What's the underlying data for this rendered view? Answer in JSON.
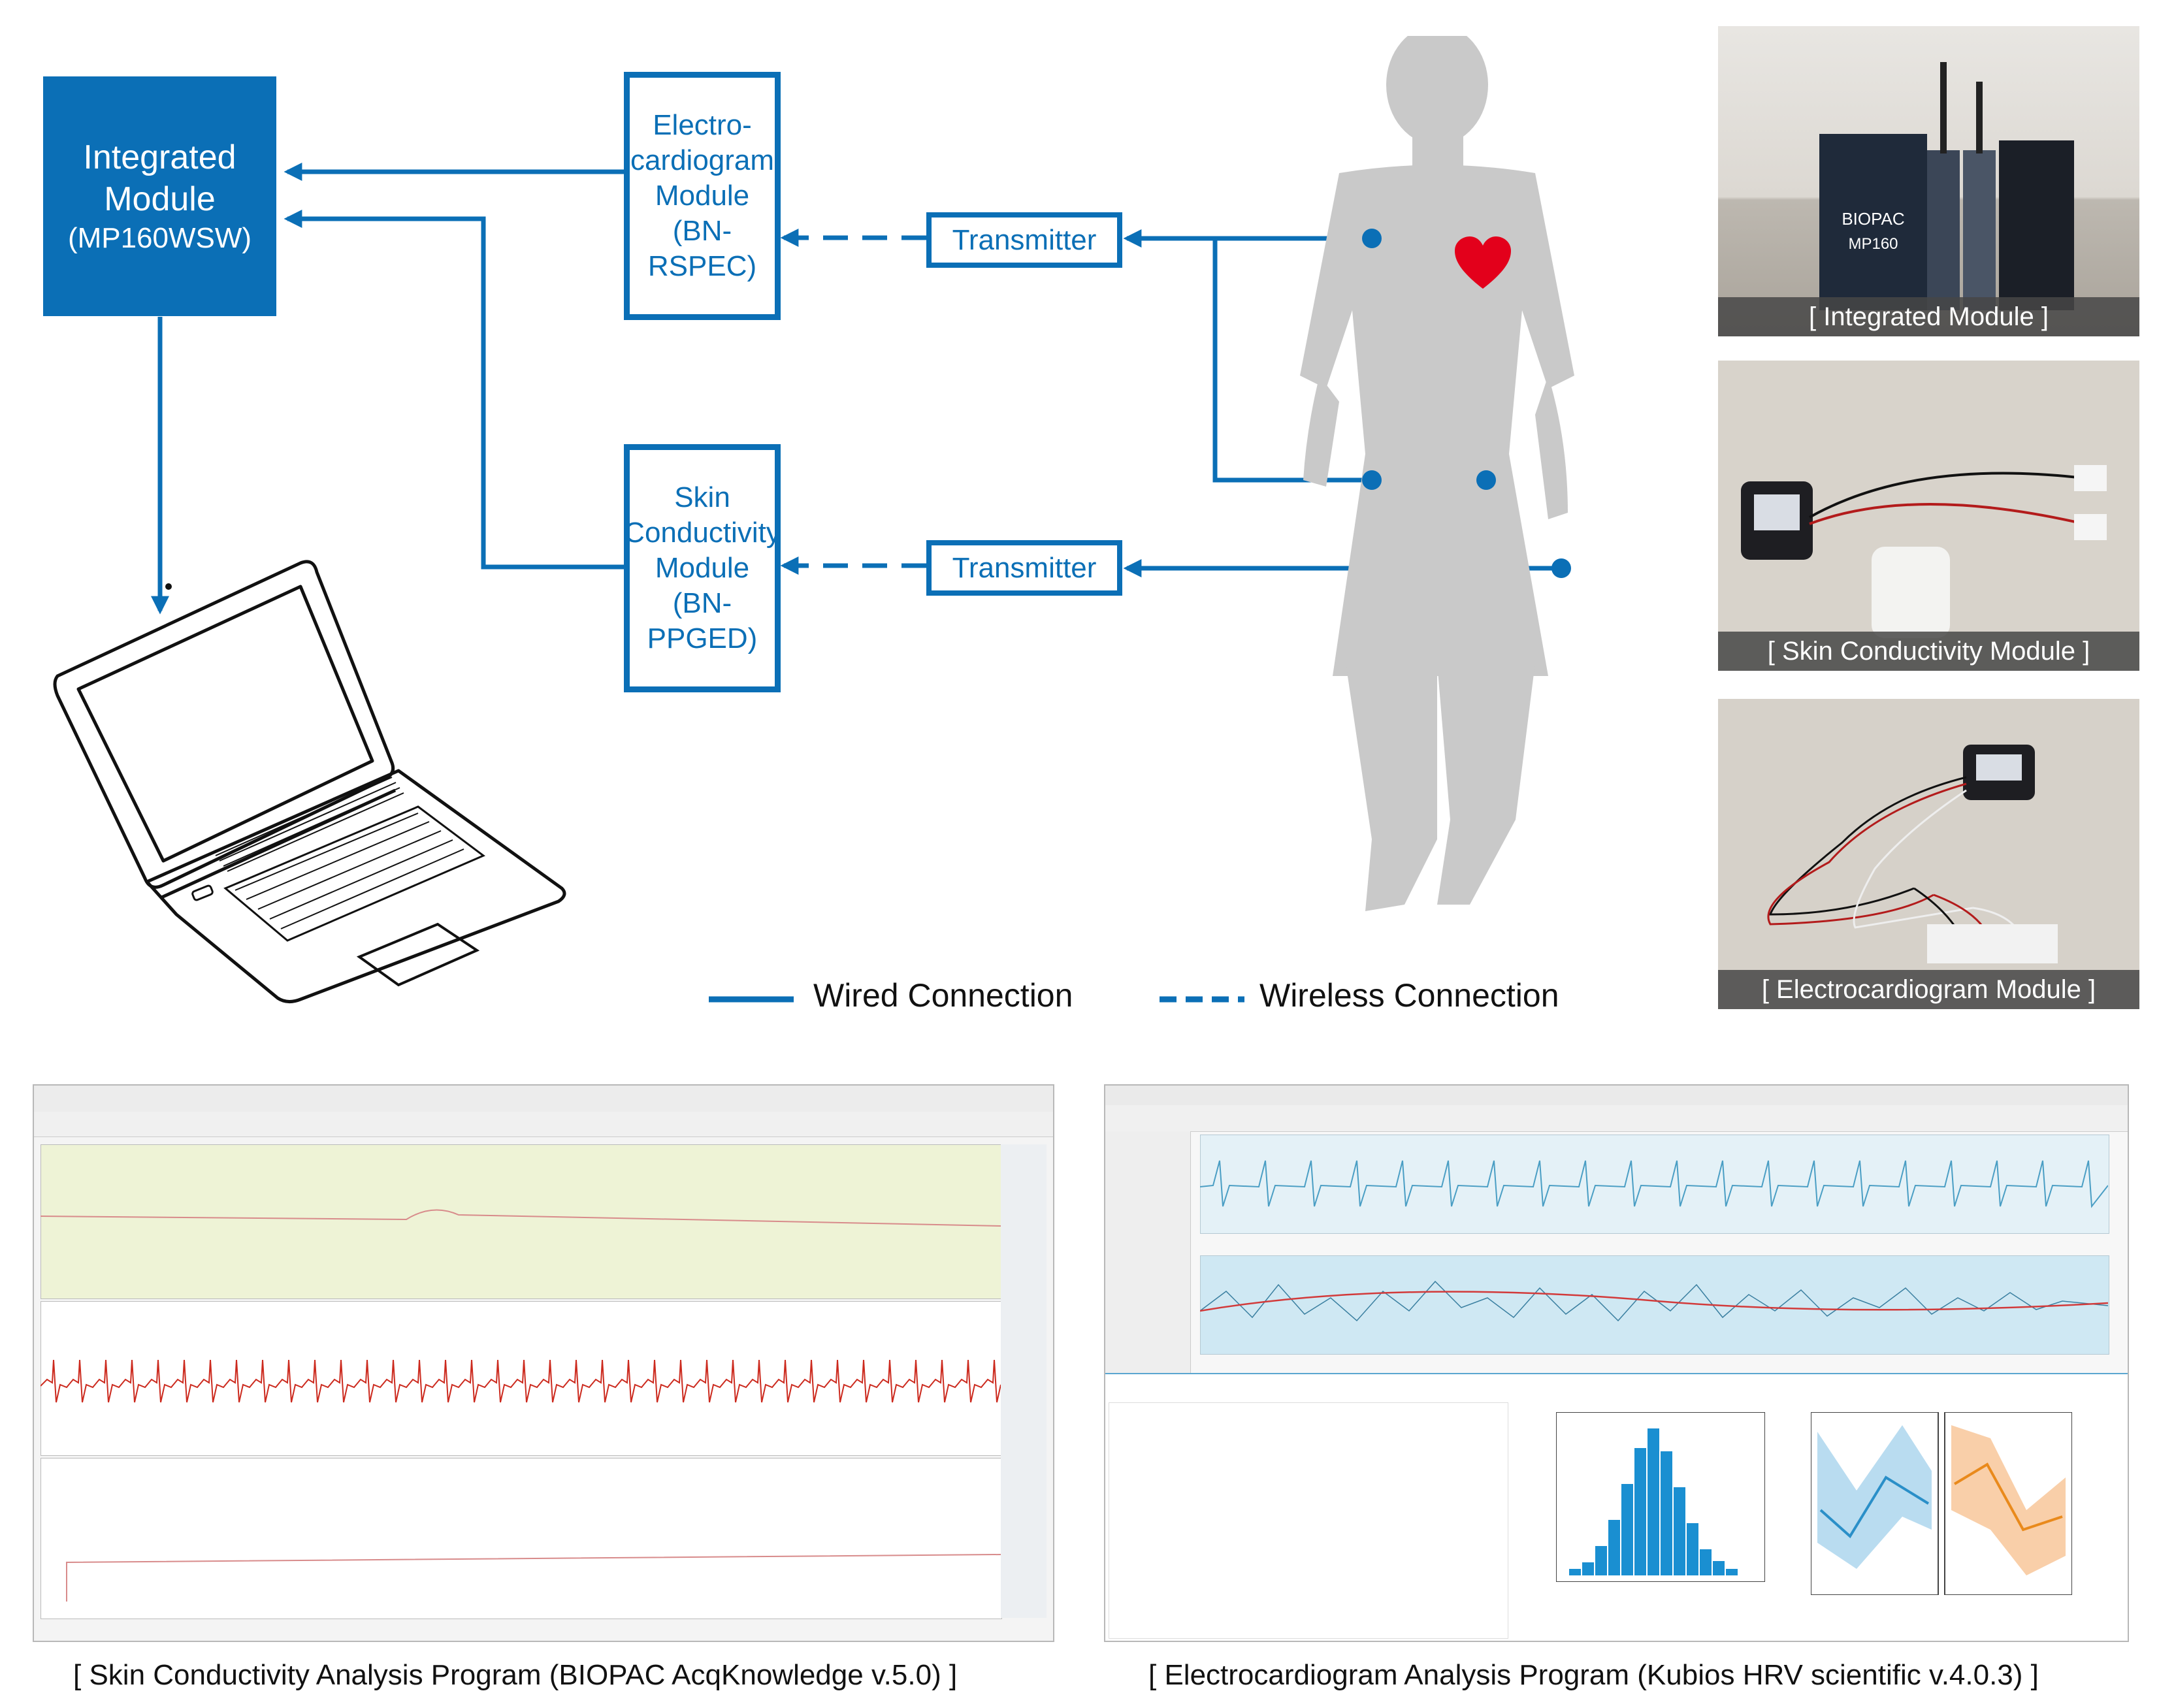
{
  "diagram": {
    "integrated_module": {
      "line1": "Integrated",
      "line2": "Module",
      "line3": "(MP160WSW)"
    },
    "ecg_module": {
      "line1": "Electro-",
      "line2": "cardiogram",
      "line3": "Module",
      "line4": "(BN-RSPEC)"
    },
    "sc_module": {
      "line1": "Skin",
      "line2": "Conductivity",
      "line3": "Module",
      "line4": "(BN-PPGED)"
    },
    "transmitter_top": "Transmitter",
    "transmitter_bottom": "Transmitter",
    "legend": {
      "wired": "Wired Connection",
      "wireless": "Wireless Connection"
    },
    "colors": {
      "accent": "#0b6fb6",
      "heart": "#e3001b",
      "silhouette": "#c9c9c9"
    }
  },
  "photos": {
    "integrated_caption": "[ Integrated Module ]",
    "integrated_brand": "BIOPAC",
    "integrated_model": "MP160",
    "skin_caption": "[ Skin Conductivity Module ]",
    "ecg_caption": "[ Electrocardiogram Module ]"
  },
  "screens": {
    "acq_caption": "[ Skin Conductivity Analysis Program (BIOPAC AcqKnowledge v.5.0) ]",
    "kubios_caption": "[ Electrocardiogram Analysis Program (Kubios HRV scientific v.4.0.3) ]"
  }
}
